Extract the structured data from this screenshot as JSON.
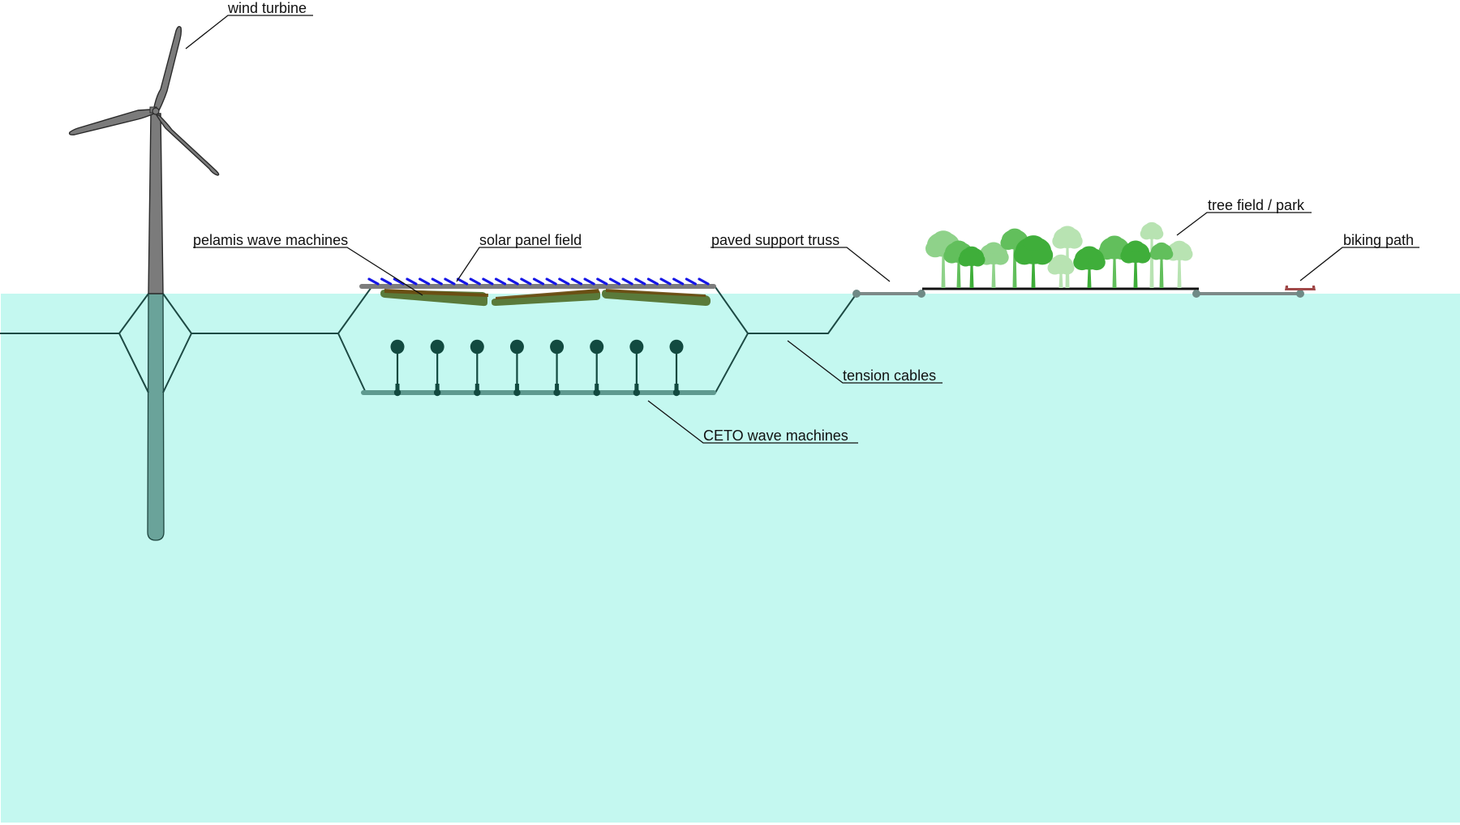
{
  "title": "Floating offshore energy park cross-section",
  "colors": {
    "sky": "#ffffff",
    "water": "#c4f8f0",
    "cable": "#1d4a44",
    "turbine_above": "#7b7b7b",
    "turbine_below": "#6aa39a",
    "platform": "#7d7d7d",
    "solar_panel": "#1515e6",
    "pelamis": "#5a7a3a",
    "pelamis_top": "#6b4a10",
    "ceto": "#124a40",
    "ceto_base": "#5f9a90",
    "truss": "#7d8a88",
    "truss_node": "#6f8a86",
    "park_deck": "#111111",
    "biking_path": "#a04848",
    "tree_dark": "#3fae3a",
    "tree_mid": "#62bf5c",
    "tree_light": "#8fd28a",
    "tree_pale": "#b8e3b2"
  },
  "labels": {
    "wind_turbine": "wind turbine",
    "pelamis": "pelamis wave machines",
    "solar": "solar panel field",
    "truss": "paved support truss",
    "tension": "tension cables",
    "ceto": "CETO wave machines",
    "park": "tree field / park",
    "biking": "biking path"
  },
  "components": {
    "solar_panel_count": 27,
    "pelamis_segment_count": 3,
    "ceto_machine_count": 8,
    "wind_turbine_blade_count": 3
  }
}
